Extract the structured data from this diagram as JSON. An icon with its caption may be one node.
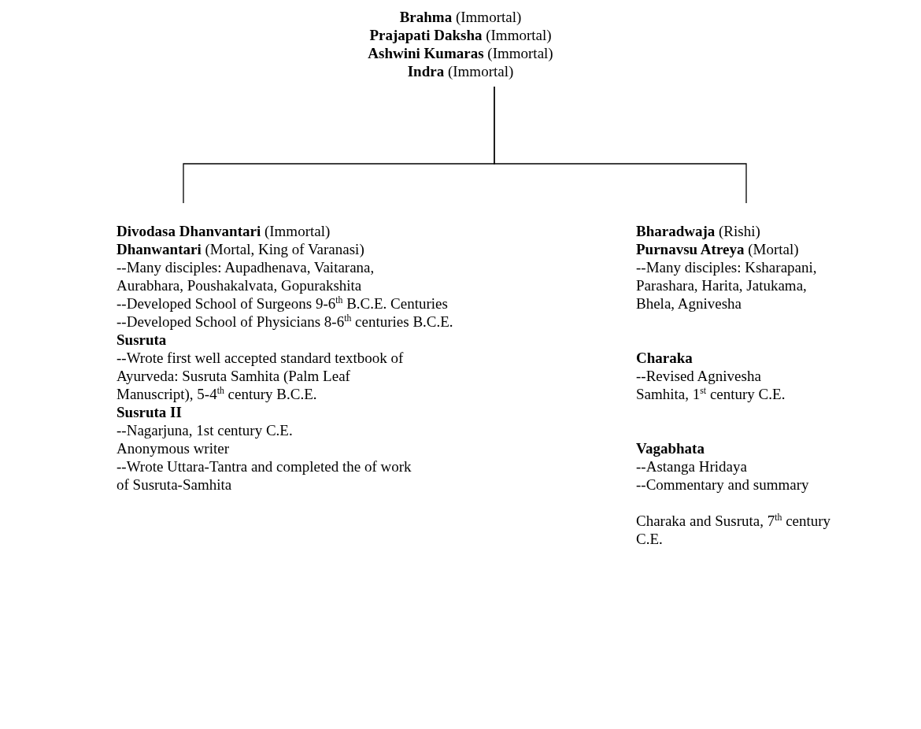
{
  "diagram": {
    "nodes": [
      {
        "text": [
          "**Brahma** (Immortal)",
          "**Prajapati Daksha** (Immortal)",
          "**Ashwini Kumaras** (Immortal)",
          "**Indra** (Immortal)"
        ]
      },
      {
        "text": [
          "**Divodasa Dhanvantari** (Immortal)",
          "**Dhanwantari** (Mortal, King of Varanasi)",
          "--Many disciples: Aupadhenava, Vaitarana, Aurabhara, Poushakalvata, Gopurakshita",
          "--Developed School of Surgeons 9-6$^{th}$ B.C.E. Centuries",
          "--Developed School of Physicians 8-6$^{th}$ centuries B.C.E.",
          "**Susruta**",
          "--Wrote first well accepted standard textbook of Ayurveda: Susruta Samhita (Palm Leaf Manuscript), 5-4$^{th}$ century B.C.E.",
          "**Susruta II**",
          "--Nagarjuna, 1st century C.E.",
          "Anonymous writer",
          "--Wrote Uttara-Tantra and completed the of work of Susruta-Samhita"
        ]
      },
      {
        "text": [
          "**Bharadwaja** (Rishi)",
          "**Purnavsu Atreya** (Mortal)",
          "--Many disciples: Ksharapani, Parashara, Harita, Jatukama, Bhela, Agnivesha",
          "**Charaka**",
          "--Revised Agnivesha Samhita, 1$^{st}$ century C.E.",
          "**Vagabhata**",
          "--Astanga Hridaya",
          "--Commentary and summary",
          "Charaka and Susruta, 7$^{th}$ century C.E."
        ]
      }
    ],
    "edges": [
      {
        "from": 0,
        "to": 1,
        "arrow": "none"
      },
      {
        "from": 0,
        "to": 2,
        "arrow": "none"
      }
    ]
  }
}
